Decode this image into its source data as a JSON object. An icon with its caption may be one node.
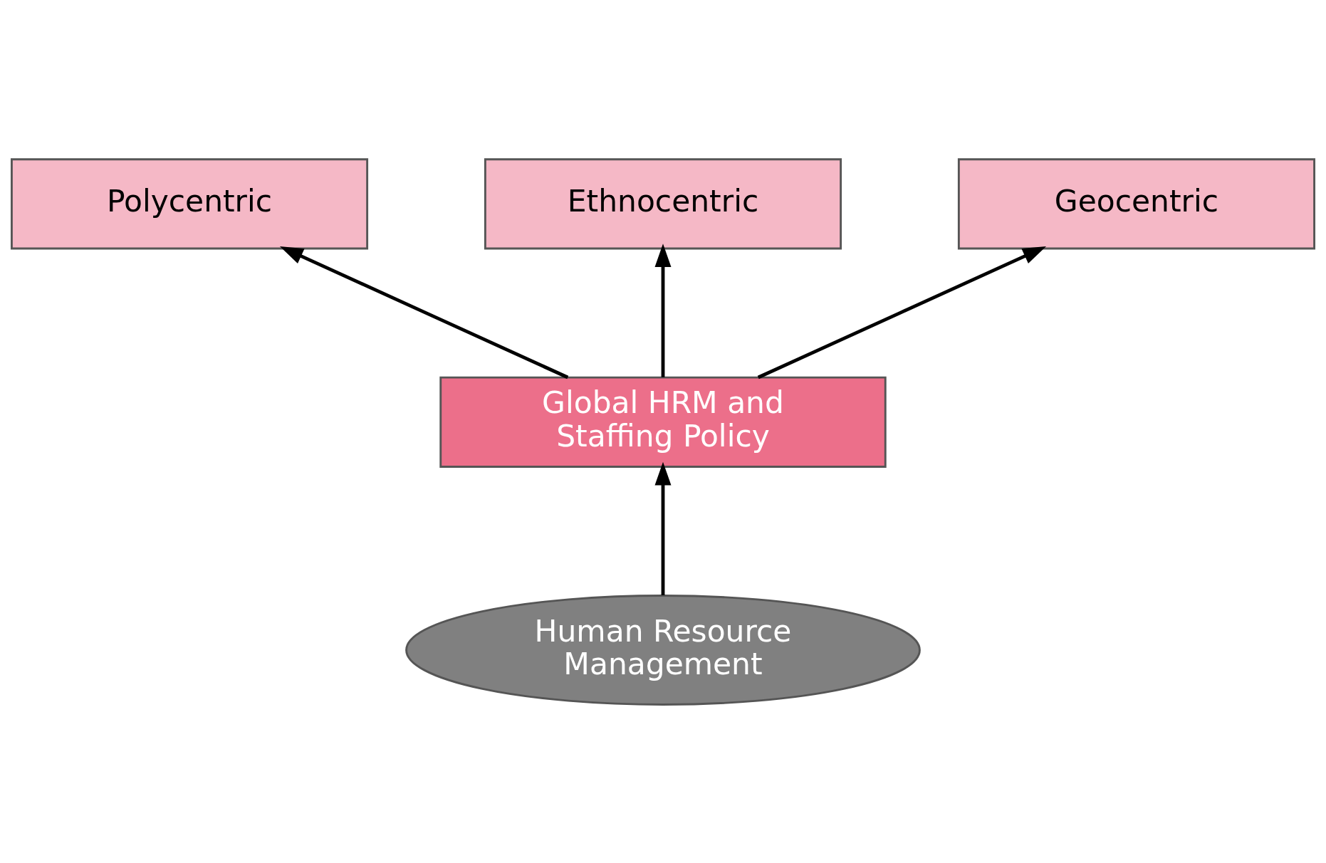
{
  "diagram": {
    "nodes": [
      {
        "text": [
          "Polycentric"
        ]
      },
      {
        "text": [
          "Ethnocentric"
        ]
      },
      {
        "text": [
          "Geocentric"
        ]
      },
      {
        "text": [
          "Global HRM and Staffing Policy"
        ]
      },
      {
        "text": [
          "Human Resource Management"
        ]
      }
    ],
    "edges": [
      {
        "from": 4,
        "to": 3,
        "arrow": "to"
      },
      {
        "from": 3,
        "to": 1,
        "arrow": "to"
      },
      {
        "from": 3,
        "to": 0,
        "arrow": "to"
      },
      {
        "from": 3,
        "to": 2,
        "arrow": "to"
      }
    ]
  }
}
